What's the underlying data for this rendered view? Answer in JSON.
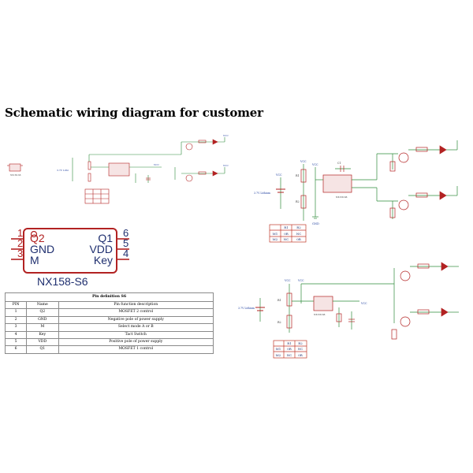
{
  "title": "Schematic wiring diagram for customer",
  "chip": {
    "name": "NX158-S6",
    "pins_left": [
      {
        "num": "1",
        "label": "Q2"
      },
      {
        "num": "2",
        "label": "GND"
      },
      {
        "num": "3",
        "label": "M"
      }
    ],
    "pins_right": [
      {
        "num": "6",
        "label": "Q1"
      },
      {
        "num": "5",
        "label": "VDD"
      },
      {
        "num": "4",
        "label": "Key"
      }
    ]
  },
  "pin_table": {
    "caption": "Pin definition S6",
    "headers": [
      "PIN",
      "Name",
      "Pin function description"
    ],
    "rows": [
      [
        "1",
        "Q2",
        "MOSFET 2 control"
      ],
      [
        "2",
        "GND",
        "Negative pole of power supply"
      ],
      [
        "3",
        "M",
        "Select mode A or B"
      ],
      [
        "4",
        "Key",
        "Tact Switch"
      ],
      [
        "5",
        "VDD",
        "Positive pole of power supply"
      ],
      [
        "6",
        "Q1",
        "MOSFET 1 control"
      ]
    ]
  },
  "schematic_right_top": {
    "vcc_labels": [
      "VCC",
      "VCC",
      "VCC"
    ],
    "battery_label": "3.7V Lithium",
    "gnd_label": "GND",
    "resistor_labels": [
      "R1",
      "R2"
    ],
    "ic_label": "NX158-S6",
    "cap_label": "C1",
    "mode_table": {
      "headers": [
        "",
        "R1",
        "R2"
      ],
      "rows": [
        [
          "M1",
          "0R",
          "NC"
        ],
        [
          "M2",
          "NC",
          "0R"
        ]
      ]
    }
  },
  "schematic_right_bottom": {
    "vcc_labels": [
      "VCC",
      "VCC"
    ],
    "battery_label": "3.7V Lithium",
    "resistor_labels": [
      "R1",
      "R2"
    ],
    "ic_label": "NX158-S6",
    "vcc_net": "VCC",
    "mode_table": {
      "headers": [
        "",
        "R1",
        "R2"
      ],
      "rows": [
        [
          "M1",
          "0R",
          "NC"
        ],
        [
          "M2",
          "NC",
          "0R"
        ]
      ]
    }
  },
  "colors": {
    "wire_green": "#2e8b3a",
    "component_red": "#b22222",
    "chip_outline": "#b22222",
    "frame_red": "#c0392b",
    "blue_text": "#1f3f9f"
  }
}
